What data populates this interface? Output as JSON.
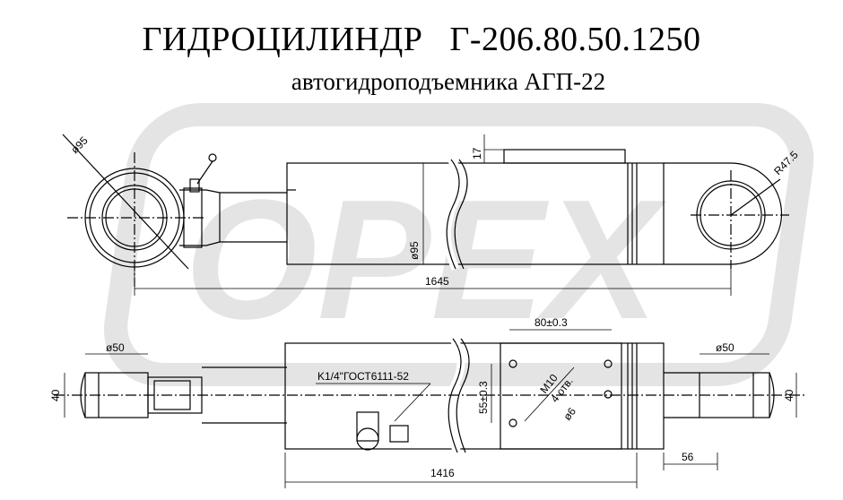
{
  "title": "ГИДРОЦИЛИНДР   Г-206.80.50.1250",
  "subtitle": "автогидроподъемника АГП-22",
  "watermark": "OPEX",
  "colors": {
    "line": "#000000",
    "watermark": "#e4e4e4",
    "background": "#ffffff"
  },
  "dimensions": {
    "eye_diameter": "ø95",
    "fork_radius": "R47.5",
    "body_diameter": "ø95",
    "plate_height": "17",
    "total_length": "1645",
    "rod_end_diameter": "ø50",
    "fork_end_diameter": "ø50",
    "rod_end_width": "40",
    "fork_end_width": "40",
    "port_spacing": "80±0.3",
    "port_spacing_vertical": "55±0.3",
    "thread": "M10",
    "thread_holes": "4 отв.",
    "hole_diameter": "ø6",
    "port_thread": "K1/4\"ГОСТ6111-52",
    "body_length": "1416",
    "fork_length": "56"
  }
}
